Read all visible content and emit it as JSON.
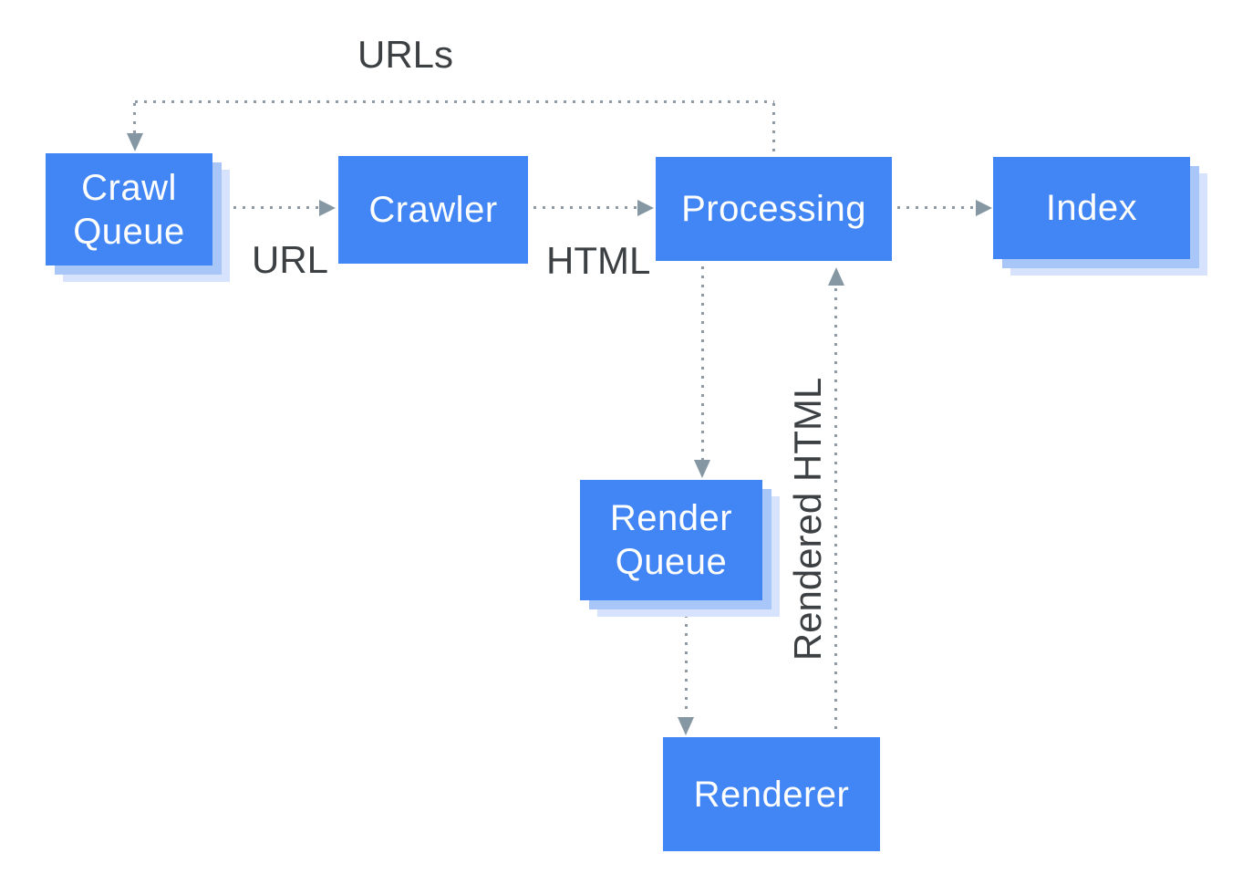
{
  "colors": {
    "node_fill": "#4285F4",
    "node_text": "#FFFFFF",
    "node_shadow_inner": "#A9C6F8",
    "node_shadow_outer": "#D7E3FC",
    "connector": "#8E9BA6",
    "arrowhead": "#8497A3",
    "label_text": "#3C4043",
    "background": "#FFFFFF"
  },
  "diagram": {
    "nodes": {
      "crawl_queue": {
        "label": "Crawl\nQueue",
        "stacked_shadow": true
      },
      "crawler": {
        "label": "Crawler",
        "stacked_shadow": false
      },
      "processing": {
        "label": "Processing",
        "stacked_shadow": false
      },
      "index": {
        "label": "Index",
        "stacked_shadow": true
      },
      "render_queue": {
        "label": "Render\nQueue",
        "stacked_shadow": true
      },
      "renderer": {
        "label": "Renderer",
        "stacked_shadow": false
      }
    },
    "edge_labels": {
      "urls": "URLs",
      "url": "URL",
      "html": "HTML",
      "rendered_html": "Rendered HTML"
    },
    "edges": [
      {
        "from": "processing",
        "to": "crawl_queue",
        "label": "URLs",
        "style": "dotted-arrow"
      },
      {
        "from": "crawl_queue",
        "to": "crawler",
        "label": "URL",
        "style": "dotted-arrow"
      },
      {
        "from": "crawler",
        "to": "processing",
        "label": "HTML",
        "style": "dotted-arrow"
      },
      {
        "from": "processing",
        "to": "index",
        "label": "",
        "style": "dotted-arrow"
      },
      {
        "from": "processing",
        "to": "render_queue",
        "label": "",
        "style": "dotted-arrow"
      },
      {
        "from": "render_queue",
        "to": "renderer",
        "label": "",
        "style": "dotted-arrow"
      },
      {
        "from": "renderer",
        "to": "processing",
        "label": "Rendered HTML",
        "style": "dotted-arrow"
      }
    ]
  }
}
